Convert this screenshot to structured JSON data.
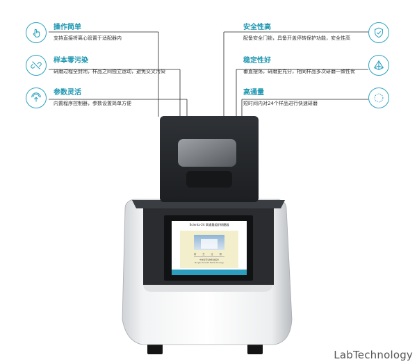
{
  "features": [
    {
      "title": "操作简单",
      "desc": "支持直接将离心管置于适配器内",
      "icon": "hand-pointer-icon"
    },
    {
      "title": "样本零污染",
      "desc": "研磨过程全封闭，样品之间独立运动，避免交叉污染",
      "icon": "no-link-icon"
    },
    {
      "title": "参数灵活",
      "desc": "内置程序控制器，参数设置简单方便",
      "icon": "touch-icon"
    },
    {
      "title": "安全性高",
      "desc": "配备安全门锁，具备开盖停转保护功能，安全性高",
      "icon": "shield-check-icon"
    },
    {
      "title": "稳定性好",
      "desc": "垂直摆荡，研磨更充分，相同样品多次研磨一致性优",
      "icon": "pyramid-icon"
    },
    {
      "title": "高通量",
      "desc": "短时间内对24个样品进行快速研磨",
      "icon": "dotted-circle-icon"
    }
  ],
  "screen": {
    "title": "Scientz-24 高通量组织研磨器",
    "line1": "新 芝 生 物",
    "line2": "宁波新芝生物科技股份",
    "line3": "Ningbo Scientz Biotechnology"
  },
  "brand": "LabTechnology",
  "colors": {
    "accent": "#1a95b0",
    "screen_bar": "#2d9fbe"
  }
}
